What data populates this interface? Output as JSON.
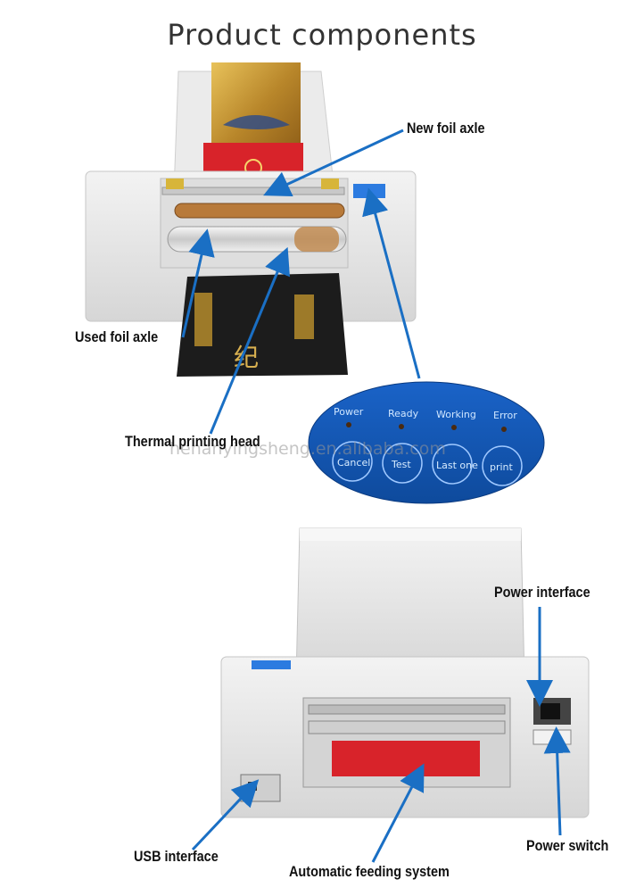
{
  "title": "Product components",
  "labels": {
    "new_foil_axle": "New foil axle",
    "used_foil_axle": "Used foil axle",
    "thermal_printing_head": "Thermal printing head",
    "power_interface": "Power interface",
    "power_switch": "Power switch",
    "usb_interface": "USB interface",
    "automatic_feeding_system": "Automatic feeding system"
  },
  "control_panel": {
    "lamps": [
      "Power",
      "Ready",
      "Working",
      "Error"
    ],
    "buttons": [
      "Cancel",
      "Test",
      "Last one",
      "print"
    ]
  },
  "watermark": "henanyingsheng.en.alibaba.com",
  "colors": {
    "arrow": "#1a6fc4",
    "panel": "#1459b8",
    "machine_body": "#e6e6e6",
    "paper_red": "#d8232a",
    "card_black": "#1c1c1c",
    "card_gold": "#c89a2e"
  }
}
